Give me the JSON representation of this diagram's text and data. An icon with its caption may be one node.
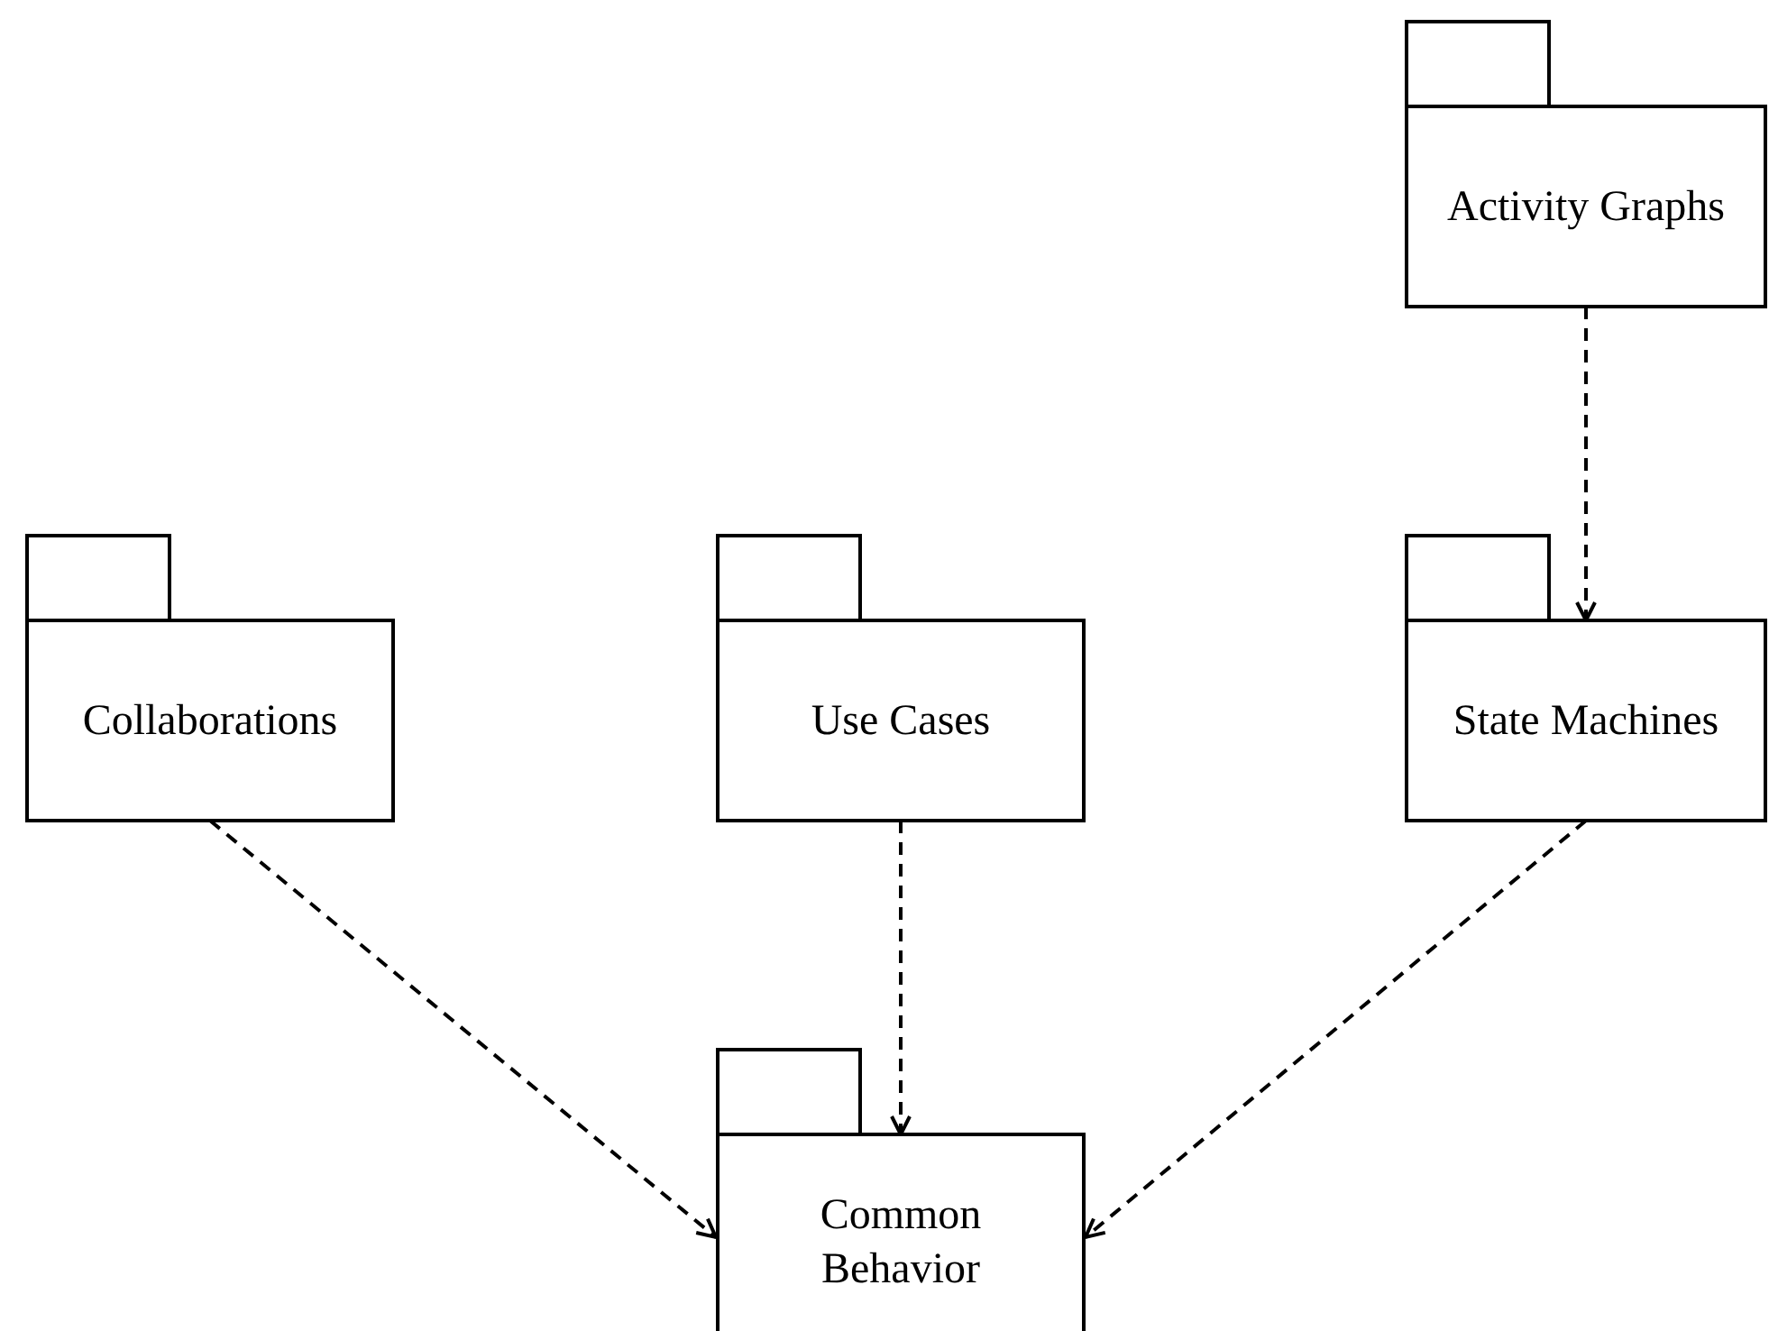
{
  "diagram": {
    "nodes": [
      {
        "text": [
          "Activity Graphs"
        ]
      },
      {
        "text": [
          "Collaborations"
        ]
      },
      {
        "text": [
          "Use Cases"
        ]
      },
      {
        "text": [
          "State Machines"
        ]
      },
      {
        "text": [
          "Common Behavior"
        ]
      }
    ],
    "edges": [
      {
        "from": 0,
        "to": 3,
        "arrow": "to",
        "style": "dashed"
      },
      {
        "from": 1,
        "to": 4,
        "arrow": "to",
        "style": "dashed"
      },
      {
        "from": 2,
        "to": 4,
        "arrow": "to",
        "style": "dashed"
      },
      {
        "from": 3,
        "to": 4,
        "arrow": "to",
        "style": "dashed"
      }
    ]
  }
}
